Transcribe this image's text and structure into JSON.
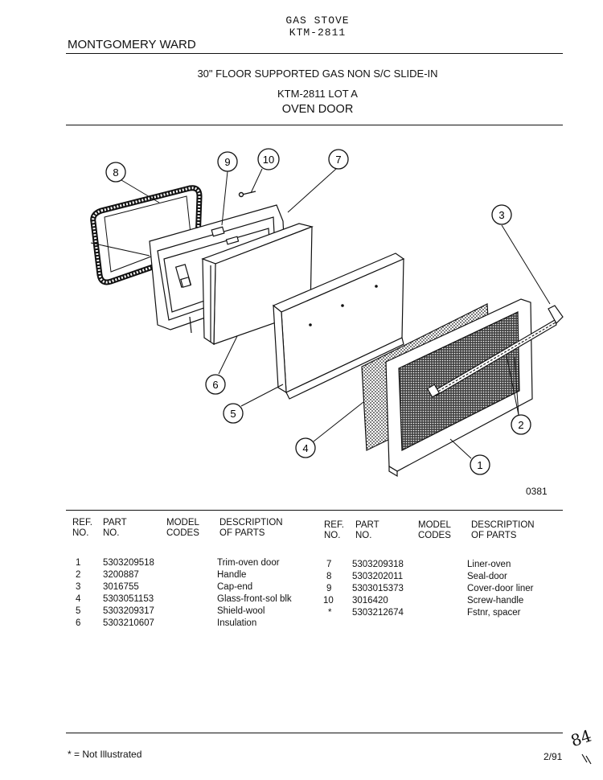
{
  "header": {
    "product": "GAS STOVE",
    "model": "KTM-2811",
    "brand": "MONTGOMERY WARD",
    "subtitle": "30\" FLOOR SUPPORTED GAS NON S/C SLIDE-IN",
    "lot": "KTM-2811 LOT A",
    "section": "OVEN DOOR"
  },
  "diagram": {
    "code": "0381",
    "callouts": [
      "1",
      "2",
      "3",
      "4",
      "5",
      "6",
      "7",
      "8",
      "9",
      "10"
    ]
  },
  "table": {
    "headers": {
      "ref": [
        "REF.",
        "NO."
      ],
      "part": [
        "PART",
        "NO."
      ],
      "model": [
        "MODEL",
        "CODES"
      ],
      "desc": [
        "DESCRIPTION",
        "OF PARTS"
      ]
    },
    "left": [
      {
        "ref": "1",
        "part": "5303209518",
        "desc": "Trim-oven door"
      },
      {
        "ref": "2",
        "part": "3200887",
        "desc": "Handle"
      },
      {
        "ref": "3",
        "part": "3016755",
        "desc": "Cap-end"
      },
      {
        "ref": "4",
        "part": "5303051153",
        "desc": "Glass-front-sol blk"
      },
      {
        "ref": "5",
        "part": "5303209317",
        "desc": "Shield-wool"
      },
      {
        "ref": "6",
        "part": "5303210607",
        "desc": "Insulation"
      }
    ],
    "right": [
      {
        "ref": "7",
        "part": "5303209318",
        "desc": "Liner-oven"
      },
      {
        "ref": "8",
        "part": "5303202011",
        "desc": "Seal-door"
      },
      {
        "ref": "9",
        "part": "5303015373",
        "desc": "Cover-door liner"
      },
      {
        "ref": "10",
        "part": "3016420",
        "desc": "Screw-handle"
      },
      {
        "ref": "*",
        "part": "5303212674",
        "desc": "Fstnr, spacer"
      }
    ]
  },
  "footer": {
    "note": "* = Not Illustrated",
    "date": "2/91",
    "handwritten": "84"
  }
}
